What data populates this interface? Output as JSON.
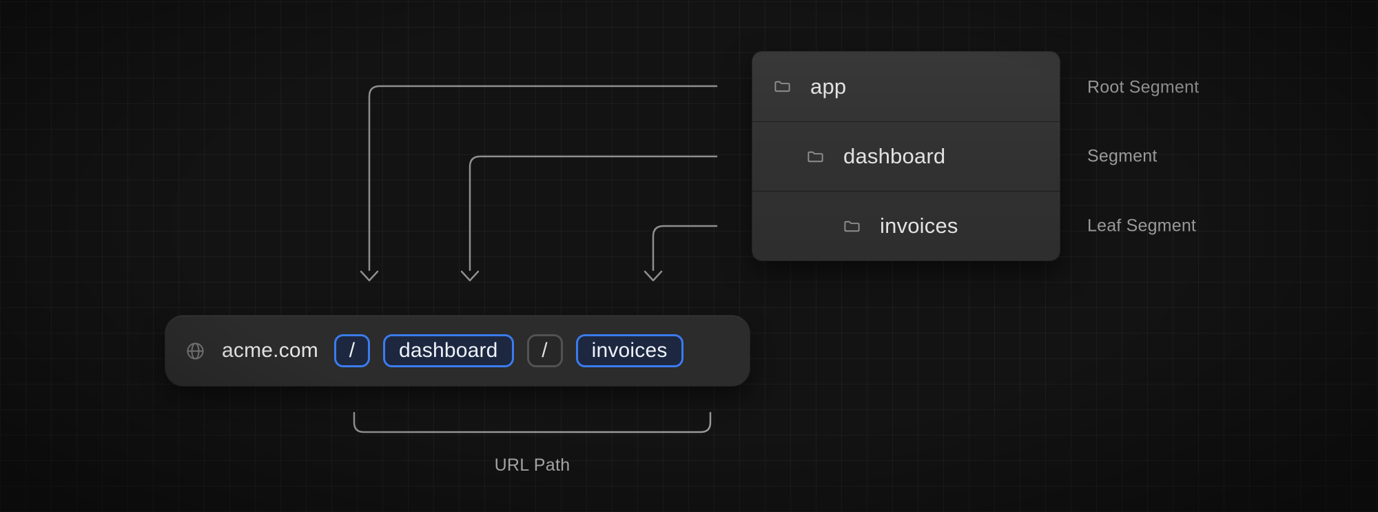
{
  "colors": {
    "page_bg": "#131313",
    "accent_blue": "#3b7cf0",
    "chip_blue_bg": "#1d2840",
    "arrow_gray": "#8f8f8f"
  },
  "folder_tree": {
    "rows": [
      {
        "name": "app",
        "annotation": "Root Segment",
        "icon": "folder-icon"
      },
      {
        "name": "dashboard",
        "annotation": "Segment",
        "icon": "folder-icon"
      },
      {
        "name": "invoices",
        "annotation": "Leaf Segment",
        "icon": "folder-icon"
      }
    ]
  },
  "url_bar": {
    "icon": "globe-icon",
    "domain": "acme.com",
    "segments": [
      {
        "text": "/",
        "highlighted": true
      },
      {
        "text": "dashboard",
        "highlighted": true
      },
      {
        "text": "/",
        "highlighted": false
      },
      {
        "text": "invoices",
        "highlighted": true
      }
    ]
  },
  "bracket": {
    "label": "URL Path"
  }
}
